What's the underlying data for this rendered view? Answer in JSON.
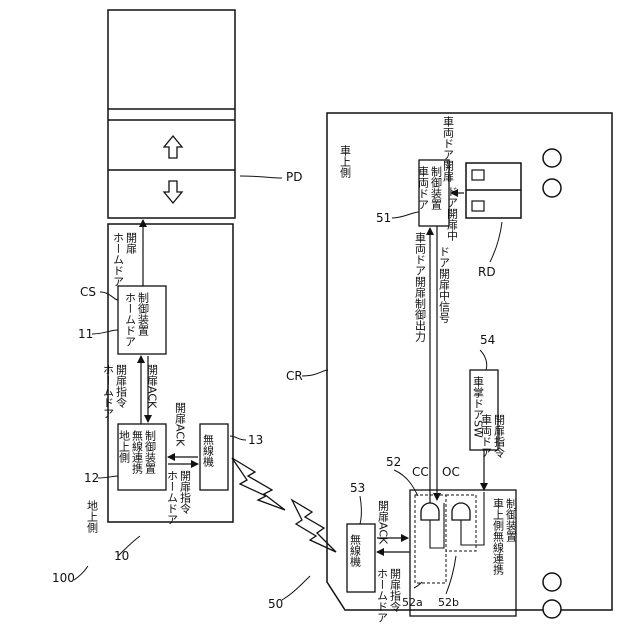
{
  "labels": {
    "sys_id": "100",
    "ground_id": "10",
    "ground_side": "地上側",
    "cs": "CS",
    "pd": "PD",
    "n11": "11",
    "n12": "12",
    "n13": "13",
    "vehicle_id": "50",
    "vehicle_side": "車上側",
    "cr": "CR",
    "rd": "RD",
    "n51": "51",
    "n52": "52",
    "n52a": "52a",
    "n52b": "52b",
    "n53": "53",
    "n54": "54",
    "cc": "CC",
    "oc": "OC"
  },
  "boxes": {
    "home_door_ctrl": "ホームドア\n制御装置",
    "ground_coop": "地上側\n無線連携\n制御装置",
    "radio_ground": "無線機",
    "radio_vehicle": "無線機",
    "vehicle_door_ctrl": "車両ドア\n制御装置",
    "onboard_coop": "車上側無線連携\n制御装置",
    "crew_door_sw": "車掌ドアSW"
  },
  "signals": {
    "hd_open_out": "ホームドア\n開扉",
    "hd_open_cmd": "ホームドア\n開扉指令",
    "open_ack": "開扉ACK",
    "open_ack_radio": "開扉ACK",
    "hd_open_cmd_radio": "ホームドア\n開扉指令",
    "vehicle_open_sig": "車両ドア\n開扉指令",
    "vehicle_open_ctrl_out": "車両ドア開扉制御出力",
    "door_opening_sig": "ドア開扉中信号",
    "door_opening": "ドア開扉中",
    "vehicle_door_open": "車両ドア開扉",
    "open_ack_onboard": "開扉ACK",
    "hd_open_cmd_onboard": "ホームドア\n開扉指令"
  }
}
